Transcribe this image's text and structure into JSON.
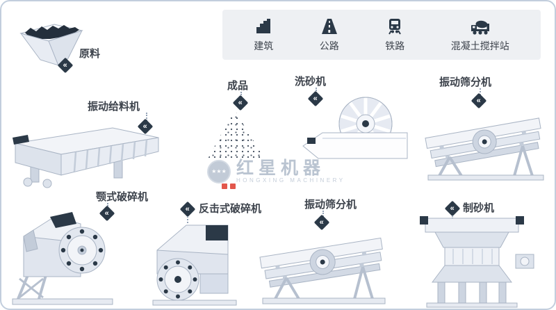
{
  "page": {
    "background": "#ffffff",
    "border_color": "#c2cedd"
  },
  "legend": {
    "items": [
      {
        "label": "建筑",
        "icon": "building-icon"
      },
      {
        "label": "公路",
        "icon": "highway-icon"
      },
      {
        "label": "铁路",
        "icon": "railway-icon"
      },
      {
        "label": "混凝土搅拌站",
        "icon": "mixer-truck-icon"
      }
    ]
  },
  "nodes": {
    "raw_material": {
      "label": "原料"
    },
    "vibrating_feeder": {
      "label": "振动给料机"
    },
    "finished_product": {
      "label": "成品"
    },
    "sand_washer": {
      "label": "洗砂机"
    },
    "vibrating_screen_top": {
      "label": "振动筛分机"
    },
    "jaw_crusher": {
      "label": "颚式破碎机"
    },
    "impact_crusher": {
      "label": "反击式破碎机"
    },
    "vibrating_screen_bottom": {
      "label": "振动筛分机"
    },
    "sand_maker": {
      "label": "制砂机"
    }
  },
  "watermark": {
    "brand": "红星机器",
    "subtitle": "HONGXING MACHINERY",
    "emblem_icon": "stars-badge-icon"
  },
  "colors": {
    "accent_navy": "#2b3947",
    "machine_light": "#f2f4f8",
    "machine_mid": "#dde3ec",
    "machine_dark": "#c3ccd9",
    "outline": "#a9b4c4",
    "label_text": "#3d434c",
    "watermark_text": "#bac4d1",
    "seal_red": "#e2574c"
  }
}
